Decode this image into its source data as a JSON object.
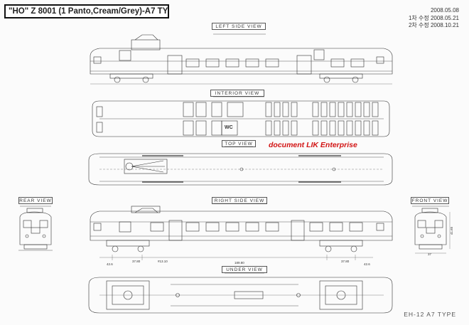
{
  "title": "\"HO\" Z 8001 (1 Panto,Cream/Grey)-A7 TYPE",
  "dates": {
    "original": "2008.05.08",
    "revision1": "1차 수정 2008.05.21",
    "revision2": "2차 수정 2008.10.21"
  },
  "views": {
    "left_side": "LEFT SIDE VIEW",
    "interior": "INTERIOR VIEW",
    "top": "TOP VIEW",
    "rear": "REAR VIEW",
    "right_side": "RIGHT SIDE VIEW",
    "front": "FRONT VIEW",
    "under": "UNDER VIEW"
  },
  "interior": {
    "wc_label": "WC"
  },
  "watermark": "document LIK Enterprise",
  "dimensions": {
    "bogie_left": "37.80",
    "bogie_right": "37.80",
    "end_left": "42.6",
    "end_right": "42.6",
    "overall": "189.80",
    "wheelbase": "#13.10",
    "front_width": "37",
    "front_height": "41.65"
  },
  "footer": "EH-12  A7  TYPE",
  "colors": {
    "line": "#333333",
    "watermark": "#d21414",
    "border": "#111111"
  }
}
